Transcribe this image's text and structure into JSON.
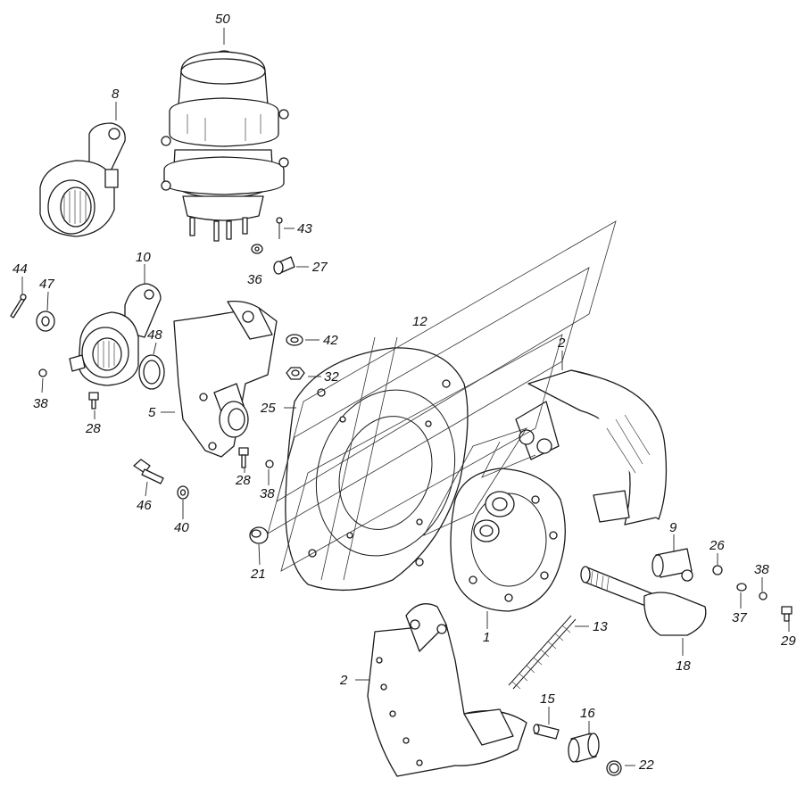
{
  "callouts": [
    {
      "id": "c50",
      "text": "50"
    },
    {
      "id": "c8",
      "text": "8"
    },
    {
      "id": "c43",
      "text": "43"
    },
    {
      "id": "c27",
      "text": "27"
    },
    {
      "id": "c36",
      "text": "36"
    },
    {
      "id": "c44",
      "text": "44"
    },
    {
      "id": "c47",
      "text": "47"
    },
    {
      "id": "c10",
      "text": "10"
    },
    {
      "id": "c48",
      "text": "48"
    },
    {
      "id": "c42",
      "text": "42"
    },
    {
      "id": "c12",
      "text": "12"
    },
    {
      "id": "c2a",
      "text": "2"
    },
    {
      "id": "c38a",
      "text": "38"
    },
    {
      "id": "c28a",
      "text": "28"
    },
    {
      "id": "c32",
      "text": "32"
    },
    {
      "id": "c25",
      "text": "25"
    },
    {
      "id": "c5",
      "text": "5"
    },
    {
      "id": "c28b",
      "text": "28"
    },
    {
      "id": "c38b",
      "text": "38"
    },
    {
      "id": "c46",
      "text": "46"
    },
    {
      "id": "c40",
      "text": "40"
    },
    {
      "id": "c21",
      "text": "21"
    },
    {
      "id": "c9",
      "text": "9"
    },
    {
      "id": "c26",
      "text": "26"
    },
    {
      "id": "c38c",
      "text": "38"
    },
    {
      "id": "c37",
      "text": "37"
    },
    {
      "id": "c13",
      "text": "13"
    },
    {
      "id": "c1",
      "text": "1"
    },
    {
      "id": "c29",
      "text": "29"
    },
    {
      "id": "c18",
      "text": "18"
    },
    {
      "id": "c2b",
      "text": "2"
    },
    {
      "id": "c15",
      "text": "15"
    },
    {
      "id": "c16",
      "text": "16"
    },
    {
      "id": "c22",
      "text": "22"
    }
  ]
}
